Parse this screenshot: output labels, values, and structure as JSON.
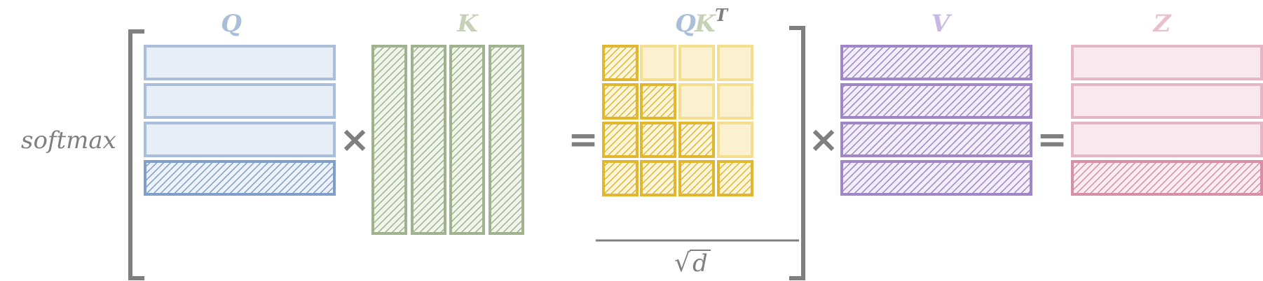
{
  "function_label": "softmax",
  "operators": {
    "multiply": "×",
    "equals": "="
  },
  "labels": {
    "q": "Q",
    "k": "K",
    "qk_q": "Q",
    "qk_k": "K",
    "qk_t": "T",
    "v": "V",
    "z": "Z"
  },
  "denominator": {
    "radical": "√",
    "var": "d"
  },
  "colors": {
    "q": "#a9bedb",
    "q_strong": "#7f9ec9",
    "q_fill": "#e8eef7",
    "k": "#9fb38e",
    "k_fill": "#e9efe2",
    "qk": "#e0b72e",
    "qk_light": "#f4de8f",
    "qk_fill": "#fbf1d0",
    "v": "#9f86c6",
    "v_fill": "#ebe5f4",
    "z": "#e5b7c6",
    "z_strong": "#d88ea6",
    "z_fill": "#f9e9ee",
    "gray": "#7f7f7f"
  },
  "matrices": {
    "q_rows_hatched": [
      false,
      false,
      false,
      true
    ],
    "qk_cells_hatched": [
      [
        true,
        false,
        false,
        false
      ],
      [
        true,
        true,
        false,
        false
      ],
      [
        true,
        true,
        true,
        false
      ],
      [
        true,
        true,
        true,
        true
      ]
    ],
    "v_rows_hatched": [
      true,
      true,
      true,
      true
    ],
    "z_rows_hatched": [
      false,
      false,
      false,
      true
    ]
  }
}
